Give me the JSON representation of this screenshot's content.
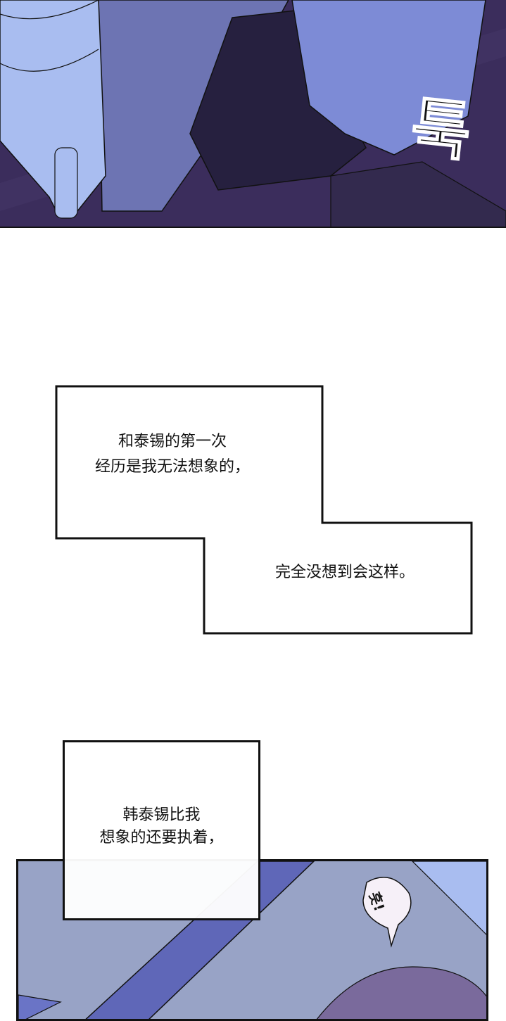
{
  "panel_top": {
    "sfx": "툭",
    "colors": {
      "floor": "#3b2d5c",
      "curtain": "#6d74b3",
      "chair": "#a9bdf0",
      "cloth": "#26203f",
      "sleeve": "#7d8bd6"
    }
  },
  "caption_1": {
    "lines": [
      "和泰锡的第一次",
      "经历是我无法想象的，"
    ],
    "line_3": "完全没想到会这样。"
  },
  "caption_2": {
    "lines": [
      "韩泰锡比我",
      "想象的还要执着，"
    ]
  },
  "panel_bottom": {
    "speech": "흣!",
    "colors": {
      "background": "#98a3c6",
      "sheet": "#5f67b8",
      "hair": "#7a6a9c"
    }
  }
}
